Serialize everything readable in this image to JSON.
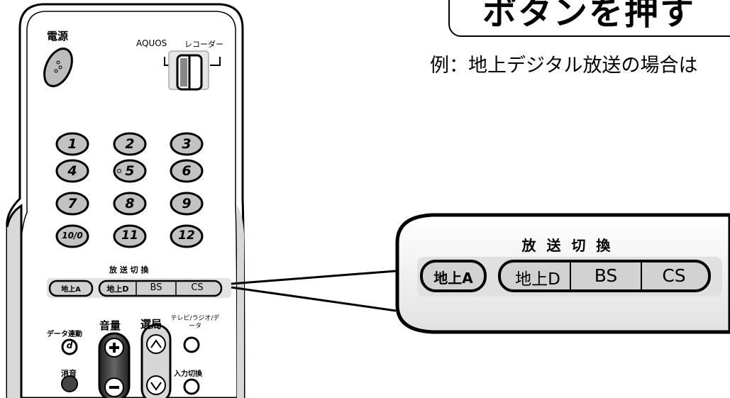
{
  "caption": {
    "title": "ボタンを押す",
    "example": "例：地上デジタル放送の場合は"
  },
  "remote": {
    "power_label": "電源",
    "mode_left": "AQUOS",
    "mode_right": "レコーダー",
    "numbers": [
      "1",
      "2",
      "3",
      "4",
      "5",
      "6",
      "7",
      "8",
      "9",
      "10/0",
      "11",
      "12"
    ],
    "broadcast_switch_label": "放 送 切 換",
    "broadcast_buttons": [
      "地上A",
      "地上D",
      "BS",
      "CS"
    ],
    "data_link_label": "データ連動",
    "data_button_glyph": "d",
    "volume_label": "音量",
    "channel_label": "選局",
    "tv_radio_label": "テレビ/ラジオ/データ",
    "mute_label": "消音",
    "input_switch_label": "入力切換"
  },
  "zoom": {
    "label": "放 送 切 換",
    "buttons": [
      "地上A",
      "地上D",
      "BS",
      "CS"
    ]
  }
}
